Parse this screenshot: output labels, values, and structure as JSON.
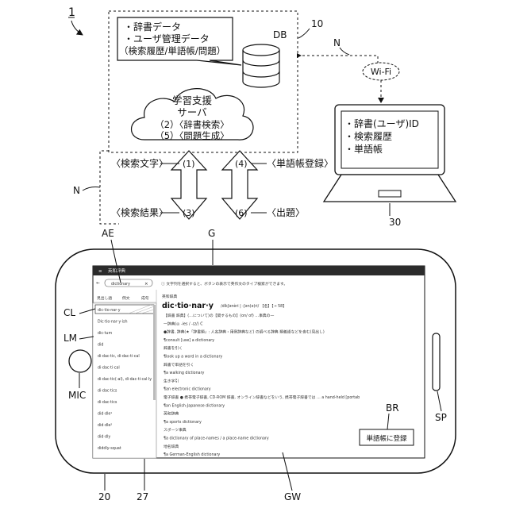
{
  "figure_number": "1",
  "server": {
    "ref": "10",
    "db_label": "DB",
    "data_lines": [
      "・辞書データ",
      "・ユーザ管理データ",
      "（検索履歴/単語帳/問題）"
    ],
    "cloud_lines": [
      "学習支援",
      "サーバ",
      "（2）〈辞書検索〉",
      "（5）〈問題生成〉"
    ]
  },
  "network_label_top": "N",
  "network_label_left": "N",
  "wifi_label": "Wi-Fi",
  "laptop": {
    "ref": "30",
    "screen_lines": [
      "・辞書(ユーザ)ID",
      "・検索履歴",
      "・単語帳"
    ]
  },
  "flows": {
    "search_text": "〈検索文字〉",
    "search_num": "(1)",
    "search_result": "〈検索結果〉",
    "result_num": "(3)",
    "vocab_register": "〈単語帳登録〉",
    "vocab_num": "(4)",
    "question": "〈出題〉",
    "question_num": "(6)"
  },
  "callouts": {
    "AE": "AE",
    "G": "G",
    "CL": "CL",
    "LM": "LM",
    "MIC": "MIC",
    "BR": "BR",
    "SP": "SP",
    "device_ref": "20",
    "screen_ref": "27",
    "GW": "GW"
  },
  "app": {
    "title": "英和辞典",
    "search_value": "dictionary",
    "hint": "ⓘ 文字列を選択すると、ボタンの表示で英作文のタイプ検索ができます。",
    "tabs": [
      "見出し語",
      "例文",
      "成句"
    ],
    "list_items": [
      "dic·tio·nar·y",
      "Dic·tio·nar·y·ish",
      "dic·tum",
      "did",
      "di·dac·tic, di·dac·ti·cal",
      "di·dac·ti·cal",
      "di·dac·tic(-al), di·dac·ti·cal·ly",
      "di·dac·tics",
      "di·dac·tics",
      "did·dle¹",
      "did·dle²",
      "did·dly",
      "diddly-squat"
    ],
    "dict_name": "英和辞典",
    "headword": "dic·tio·nar·y",
    "pron": "/díkʃənèri | -ʃən(ə)ri/ 【名】【→ 58】",
    "entry_lines": [
      "【辞書 辞典】(…について)の【関するもの】(on/ of) …事典の一",
      "一辞典(◎ -ies / -ɪz/) C",
      "●辞書, 辞典(★「辞書類」: 人名辞典・用例辞典など) の調べる辞典 類義語などを含む(見出し)",
      "¶consult [use] a dictionary",
      "辞書を引く",
      "¶look up a word in a dictionary",
      "辞書で単語を引く",
      "¶a walking dictionary",
      "生き字引",
      "¶an electronic dictionary",
      "電子辞書 ● 携帯電子辞書, CD-ROM 辞書, オンライン辞書などをいう, 携帯電子辞書では … a hand-held [portable] electronic dictionary など",
      "¶an English-Japanese dictionary",
      "英和辞典",
      "¶a sports dictionary",
      "スポーツ事典",
      "¶a dictionary of place-names / a place-name dictionary",
      "地名辞典",
      "¶a German-English dictionary"
    ],
    "vocab_button": "単語帳に登録"
  }
}
